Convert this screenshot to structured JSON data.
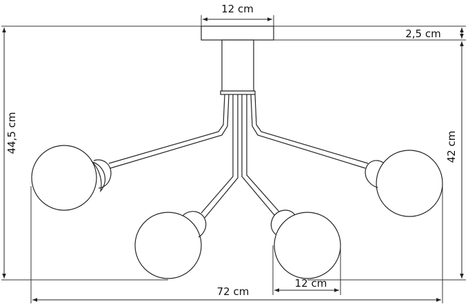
{
  "colors": {
    "stroke": "#222222",
    "background": "#ffffff"
  },
  "dimensions": {
    "canopy_width": "12 cm",
    "canopy_height": "2,5 cm",
    "overall_height": "44,5 cm",
    "fixture_height": "42 cm",
    "overall_width": "72 cm",
    "globe_diameter": "12 cm"
  }
}
